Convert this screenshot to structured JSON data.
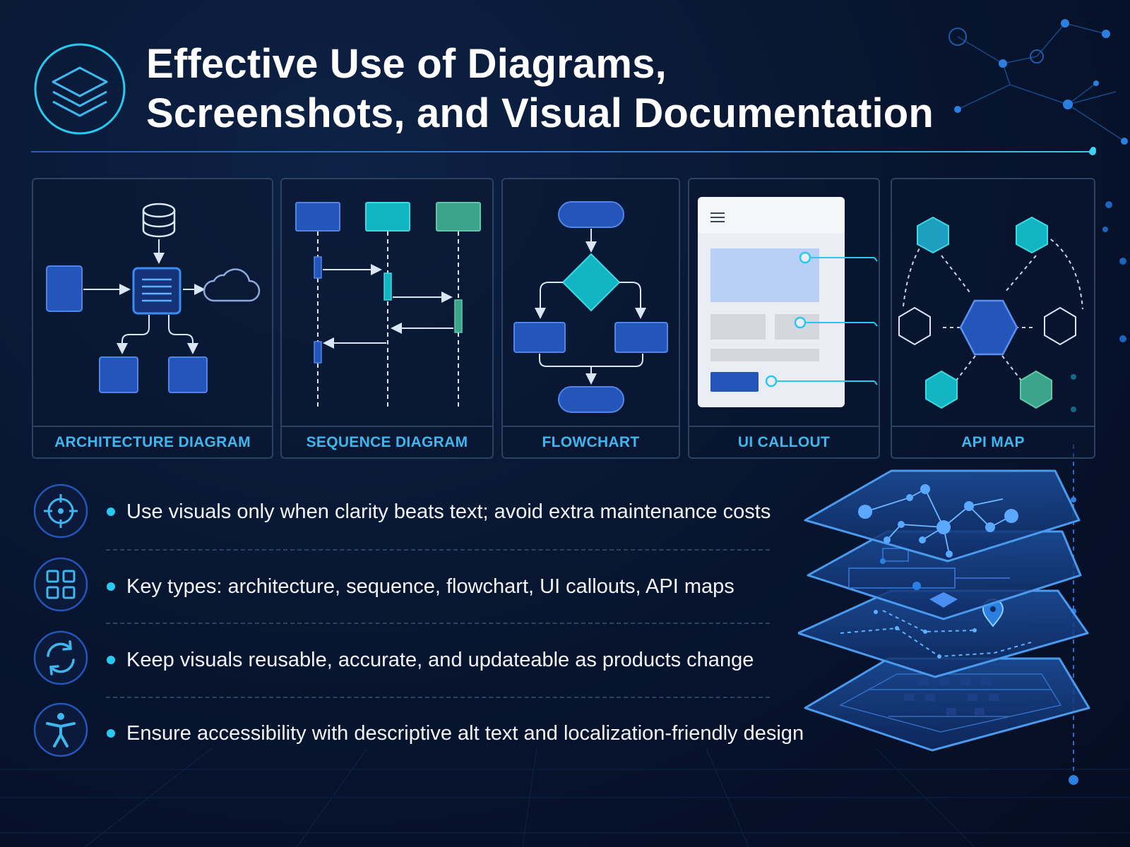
{
  "title_lines": [
    "Effective Use of Diagrams,",
    "Screenshots, and Visual Documentation"
  ],
  "panels": [
    {
      "label": "ARCHITECTURE DIAGRAM"
    },
    {
      "label": "SEQUENCE DIAGRAM"
    },
    {
      "label": "FLOWCHART"
    },
    {
      "label": "UI CALLOUT"
    },
    {
      "label": "API MAP"
    }
  ],
  "bullets": [
    {
      "icon": "target-icon",
      "text": "Use visuals only when clarity beats text; avoid extra maintenance costs"
    },
    {
      "icon": "grid-icon",
      "text": "Key types: architecture, sequence, flowchart, UI callouts, API maps"
    },
    {
      "icon": "refresh-icon",
      "text": "Keep visuals reusable, accurate, and updateable as products change"
    },
    {
      "icon": "accessibility-icon",
      "text": "Ensure accessibility with descriptive alt text and localization-friendly design"
    }
  ],
  "colors": {
    "background": "#081631",
    "accent_cyan": "#27c9ef",
    "label_blue": "#3fb6ee",
    "node_blue": "#2356b8",
    "node_teal": "#12b5c2",
    "node_green": "#3aa58a",
    "panel_border": "#2d4160"
  }
}
